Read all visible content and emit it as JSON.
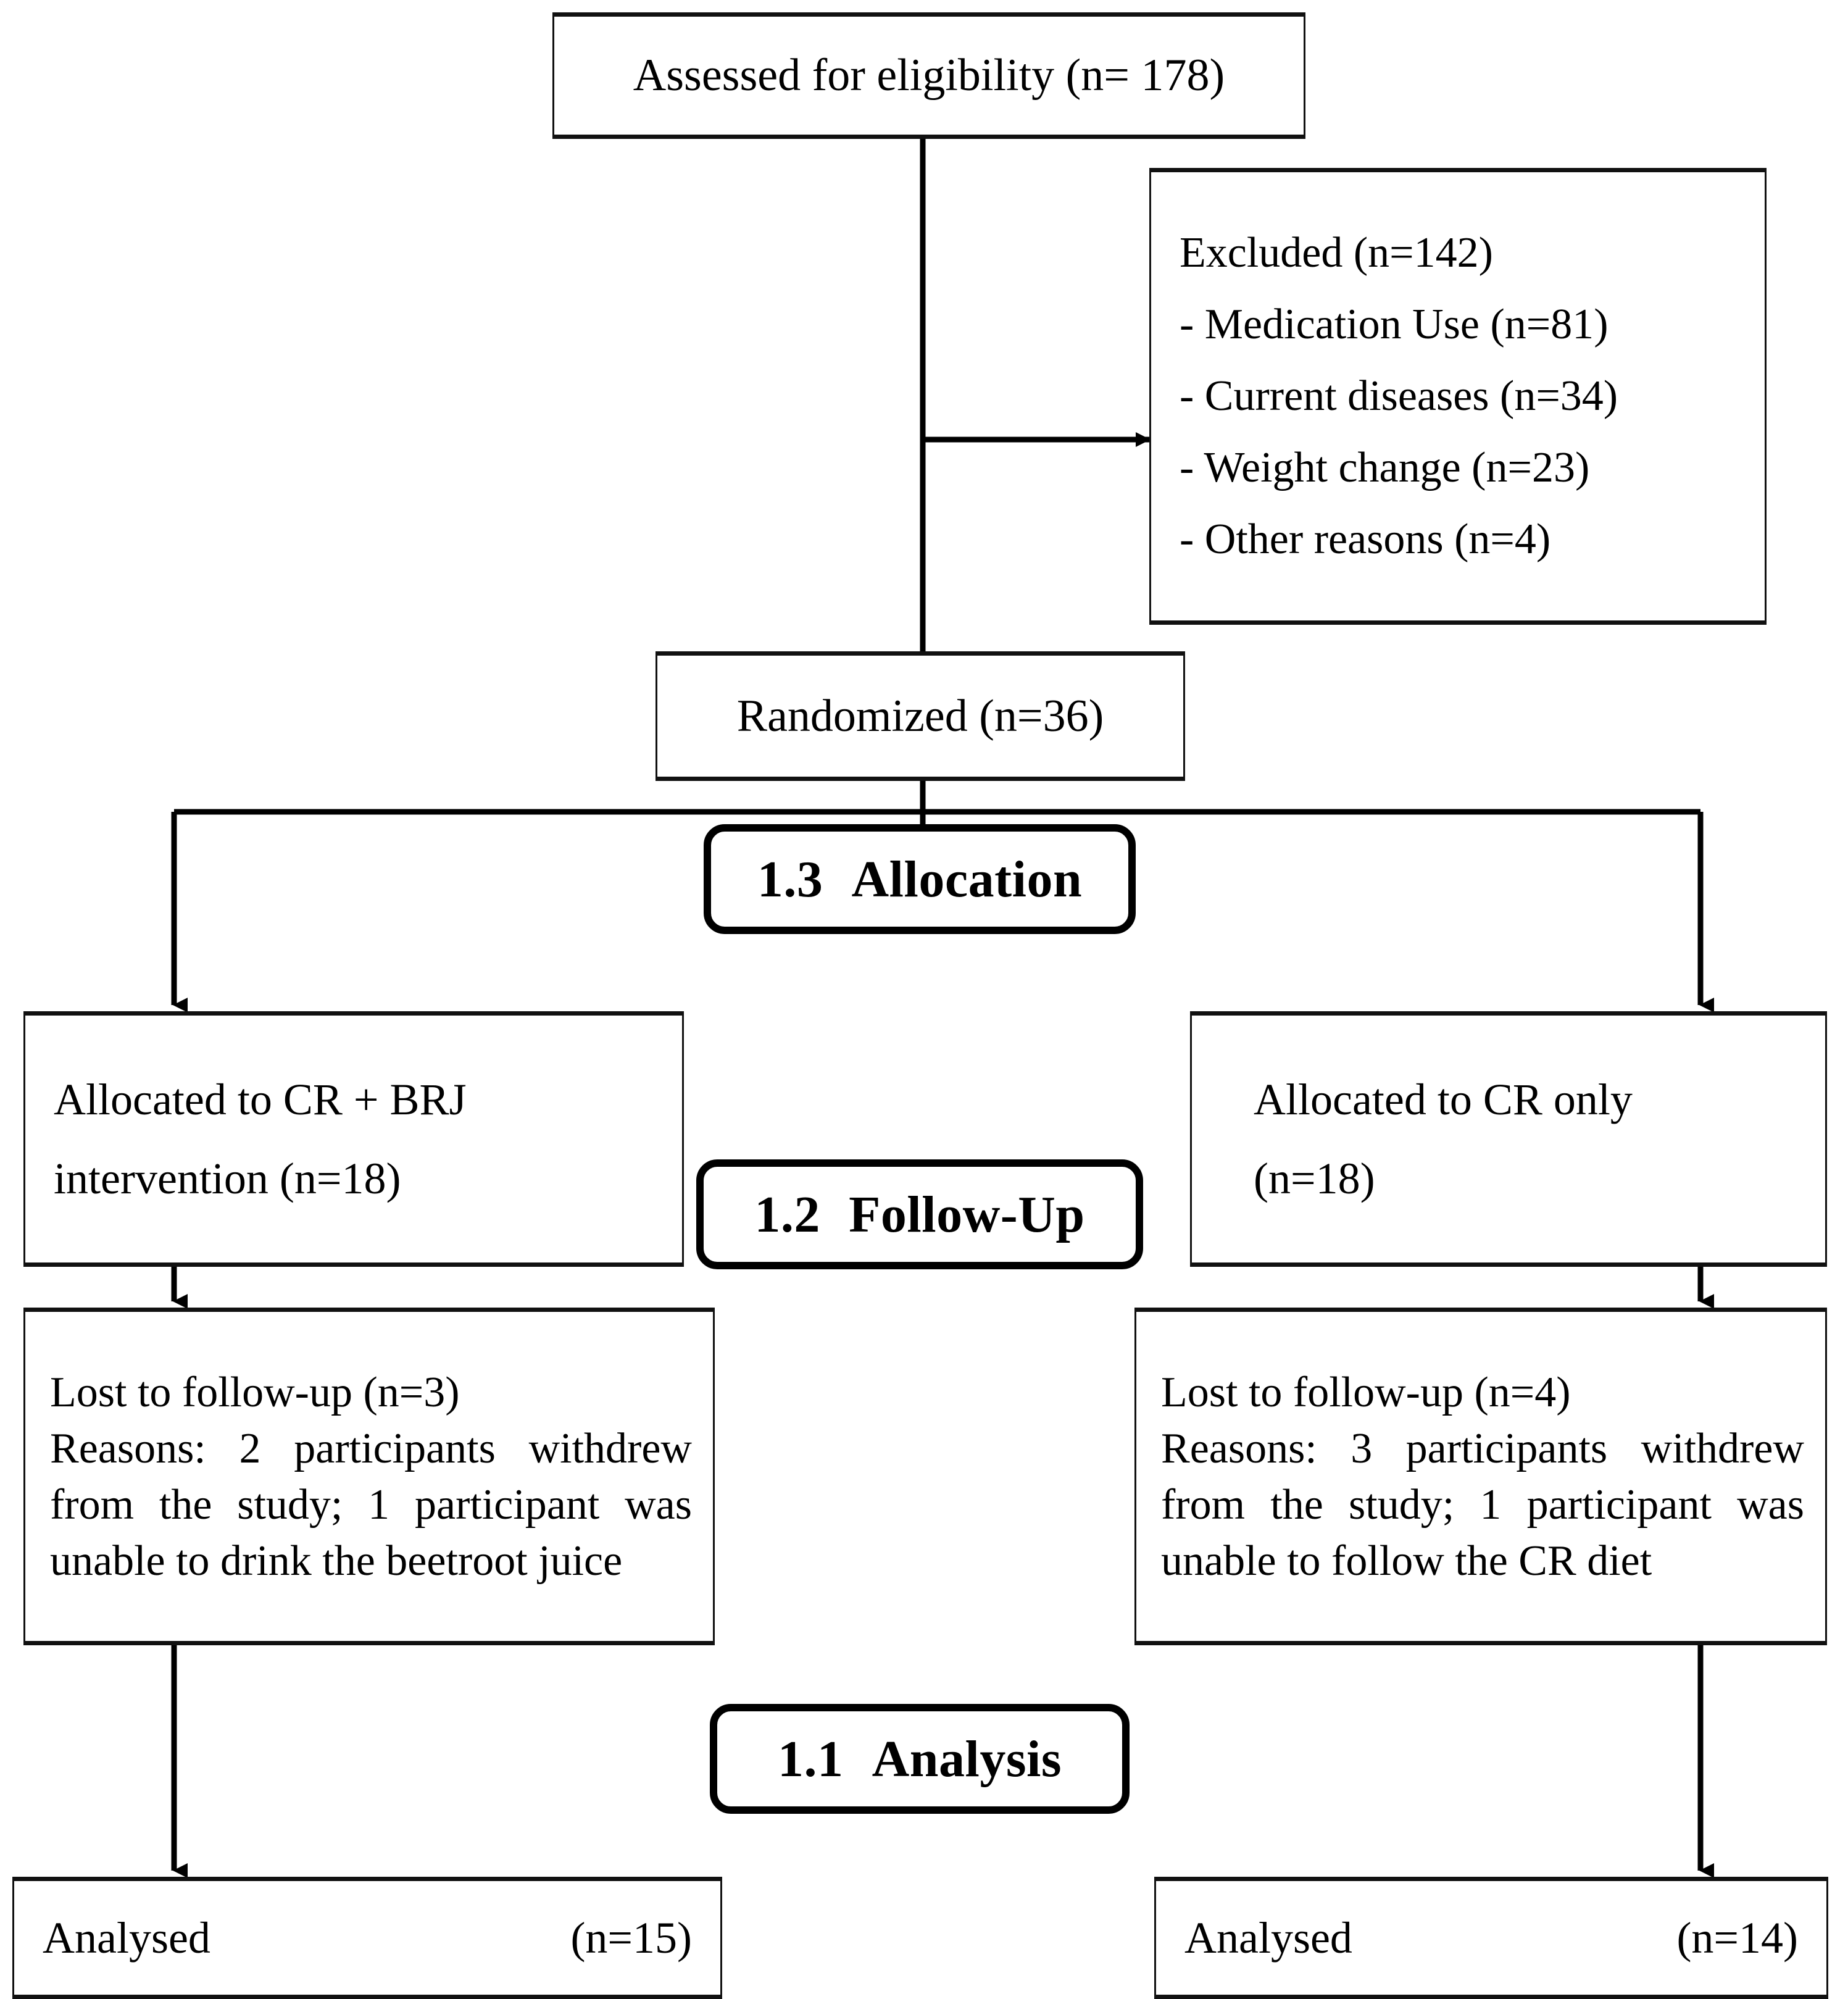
{
  "diagram": {
    "type": "consort-flow-diagram",
    "title": "CONSORT participant flow",
    "line_color": "#111111",
    "box_fill": "#ffffff",
    "text_color": "#000000"
  },
  "nodes": {
    "enrollment": {
      "label": "Assessed for eligibility (n= 178)",
      "n": 178
    },
    "excluded": {
      "heading": "Excluded (n=142)",
      "n": 142,
      "reasons": [
        "- Medication Use (n=81)",
        "- Current diseases (n=34)",
        "- Weight change (n=23)",
        "- Other reasons (n=4)"
      ]
    },
    "randomized": {
      "label": "Randomized (n=36)",
      "n": 36
    },
    "allocation_left": {
      "line1": "Allocated to CR + BRJ",
      "line2": "intervention (n=18)",
      "n": 18
    },
    "allocation_right": {
      "line1": "Allocated to CR only",
      "line2": "(n=18)",
      "n": 18
    },
    "followup_left": {
      "heading": "Lost to follow-up (n=3)",
      "n": 3,
      "body": "Reasons: 2 participants withdrew from the study; 1 participant was unable to drink the beetroot juice"
    },
    "followup_right": {
      "heading": "Lost to follow-up (n=4)",
      "n": 4,
      "body": "Reasons: 3 participants withdrew from the study; 1 participant was unable to follow the CR diet"
    },
    "analysed_left": {
      "label": "Analysed",
      "count": "(n=15)",
      "n": 15
    },
    "analysed_right": {
      "label": "Analysed",
      "count": "(n=14)",
      "n": 14
    }
  },
  "stages": {
    "allocation": {
      "number": "1.3",
      "label": "Allocation"
    },
    "followup": {
      "number": "1.2",
      "label": "Follow-Up"
    },
    "analysis": {
      "number": "1.1",
      "label": "Analysis"
    }
  }
}
